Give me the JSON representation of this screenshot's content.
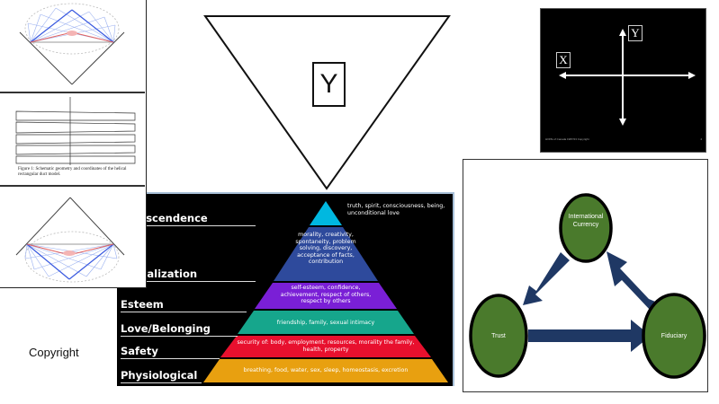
{
  "left_panel": {
    "figure_caption": "Figure 1: Schematic geometry and coordinates of the helical rectangular duct model.",
    "copyright": "Copyright"
  },
  "triangle": {
    "label": "Y"
  },
  "xy_panel": {
    "x_label": "X",
    "y_label": "Y",
    "footer": "HOPE of Canada 1987/23 Copyright",
    "page": "4"
  },
  "pyramid": {
    "levels": [
      {
        "label": "Transcendence",
        "text": "truth, spirit, consciousness, being, unconditional love",
        "color": "#00b8e0"
      },
      {
        "label": "Actualization",
        "text": "morality, creativity, spontaneity, problem solving, discovery, acceptance of facts, contribution",
        "color": "#2e4a9c"
      },
      {
        "label": "Esteem",
        "text": "self-esteem, confidence, achievement, respect of others, respect by others",
        "color": "#7a1fd6"
      },
      {
        "label": "Love/Belonging",
        "text": "friendship, family, sexual intimacy",
        "color": "#16a68c"
      },
      {
        "label": "Safety",
        "text": "security of: body, employment, resources, morality the family, health, property",
        "color": "#e8102e"
      },
      {
        "label": "Physiological",
        "text": "breathing, food, water, sex, sleep, homeostasis, excretion",
        "color": "#e8a010"
      }
    ]
  },
  "network": {
    "nodes": [
      {
        "label": "International Currency"
      },
      {
        "label": "Trust"
      },
      {
        "label": "Fiduciary"
      }
    ],
    "node_color": "#4a7a2c",
    "arrow_color": "#1f3864"
  }
}
